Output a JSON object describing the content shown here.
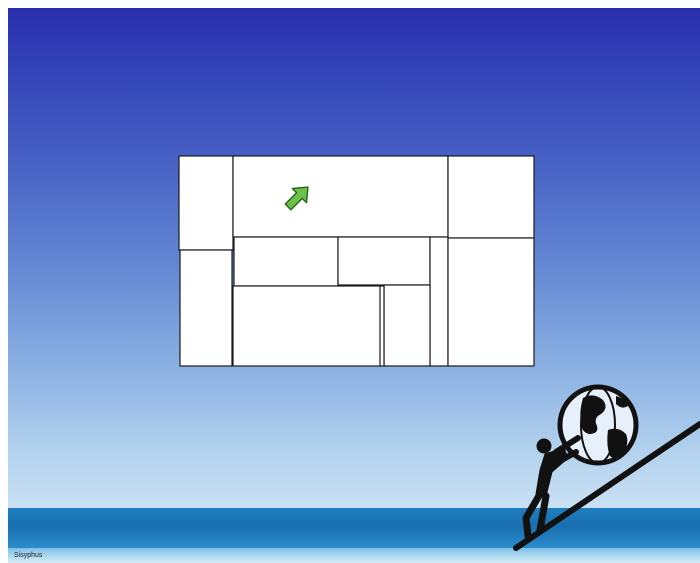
{
  "scene": {
    "caption": "Sisyphus",
    "colors": {
      "sky_top": "#2a2fae",
      "sky_bottom": "#c6dff3",
      "sea": "#1a6fb0",
      "piece_fill": "#ffffff",
      "piece_border": "#1a1a1a",
      "arrow_fill": "#6cc04a",
      "figure": "#111111"
    }
  },
  "puzzle": {
    "pieces": [
      "piece-1",
      "piece-2",
      "piece-3",
      "piece-4",
      "piece-5",
      "piece-6",
      "piece-7",
      "piece-8",
      "piece-9",
      "piece-10",
      "piece-11"
    ],
    "cursor_icon": "green-arrow-icon"
  },
  "decoration": {
    "icon": "sisyphus-pushing-globe-icon"
  }
}
